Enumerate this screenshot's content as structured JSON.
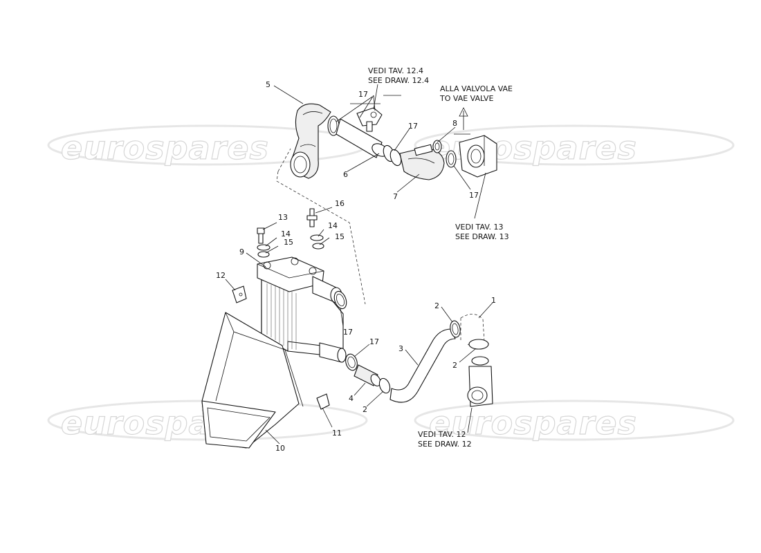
{
  "watermark": {
    "text": "eurospares"
  },
  "part_labels": {
    "p1": "1",
    "p2a": "2",
    "p2b": "2",
    "p2c": "2",
    "p3": "3",
    "p4": "4",
    "p5": "5",
    "p6": "6",
    "p7": "7",
    "p8": "8",
    "p9": "9",
    "p10": "10",
    "p11": "11",
    "p12": "12",
    "p13": "13",
    "p14a": "14",
    "p14b": "14",
    "p15a": "15",
    "p15b": "15",
    "p16": "16",
    "p17a": "17",
    "p17b": "17",
    "p17c": "17",
    "p17d": "17",
    "p17e": "17"
  },
  "notes": {
    "vedi_12_4": {
      "line1": "VEDI TAV. 12.4",
      "line2": "SEE DRAW. 12.4"
    },
    "vae_valve": {
      "line1": "ALLA VALVOLA VAE",
      "line2": "TO VAE VALVE"
    },
    "vedi_13": {
      "line1": "VEDI TAV. 13",
      "line2": "SEE DRAW. 13"
    },
    "vedi_12": {
      "line1": "VEDI TAV. 12",
      "line2": "SEE DRAW. 12"
    }
  }
}
